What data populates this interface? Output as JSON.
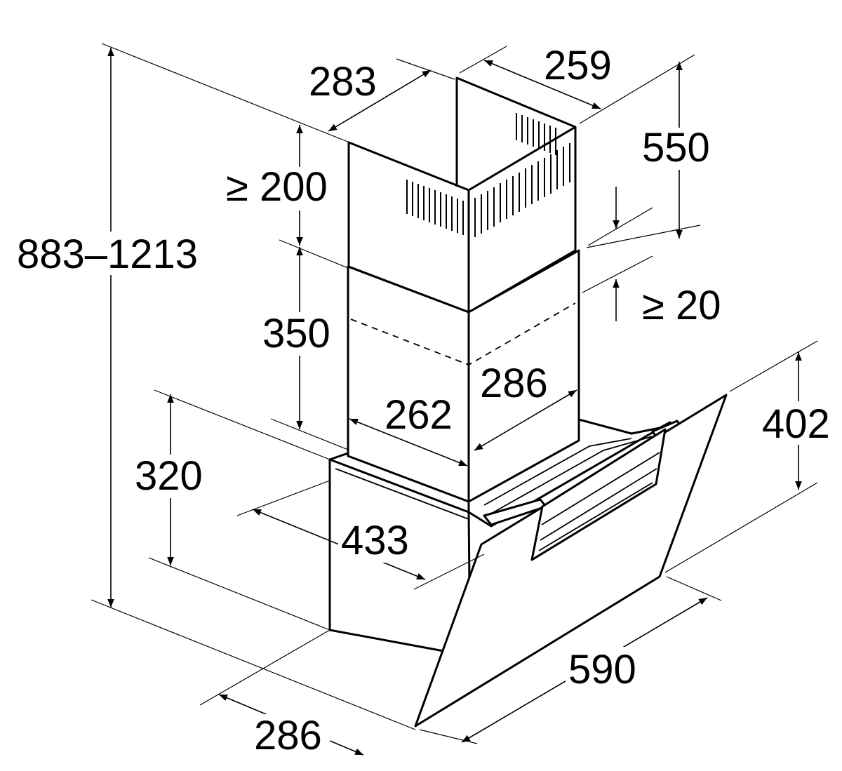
{
  "dimensions": {
    "total_height": "883–1213",
    "chimney_top_depth": "283",
    "chimney_top_width": "259",
    "clearance_top": "≥ 200",
    "upper_chimney_height": "550",
    "lower_chimney_height": "350",
    "overlap_min": "≥ 20",
    "lower_chimney_width": "286",
    "lower_chimney_depth": "262",
    "body_height": "320",
    "hood_glass_height": "402",
    "body_depth": "433",
    "hood_width": "590",
    "base_depth": "286"
  },
  "colors": {
    "stroke": "#000000",
    "background": "#ffffff"
  }
}
